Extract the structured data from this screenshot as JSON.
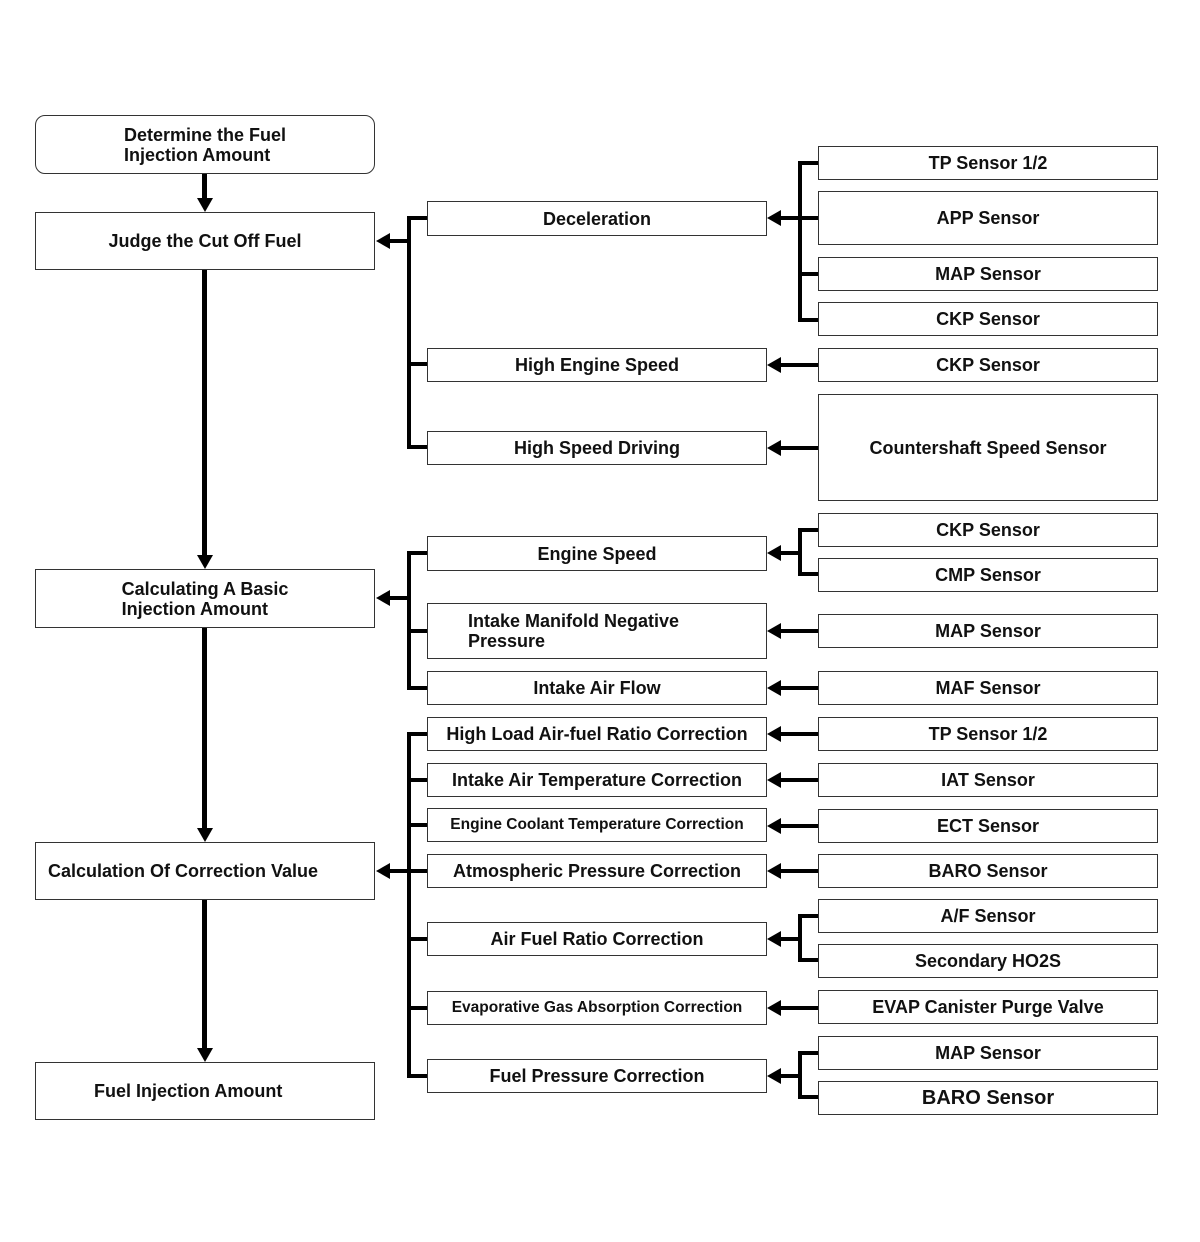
{
  "colors": {
    "line": "#000000",
    "box_border": "#333333",
    "text": "#111111",
    "background": "#ffffff"
  },
  "main_flow": {
    "determine": "Determine the Fuel\nInjection Amount",
    "judge_cut_off": "Judge the Cut Off Fuel",
    "calc_basic": "Calculating A Basic\nInjection Amount",
    "calc_correction": "Calculation Of Correction Value",
    "fuel_injection_amount": "Fuel Injection Amount"
  },
  "conditions": {
    "deceleration": "Deceleration",
    "high_engine_speed": "High Engine Speed",
    "high_speed_driving": "High Speed Driving",
    "engine_speed": "Engine Speed",
    "intake_manifold": "Intake Manifold Negative\nPressure",
    "intake_air_flow": "Intake Air Flow",
    "high_load_af": "High Load Air-fuel Ratio Correction",
    "intake_air_temp": "Intake Air Temperature Correction",
    "coolant_temp": "Engine Coolant Temperature Correction",
    "atmospheric": "Atmospheric Pressure Correction",
    "af_ratio": "Air Fuel Ratio Correction",
    "evap_gas": "Evaporative Gas Absorption Correction",
    "fuel_pressure": "Fuel Pressure Correction"
  },
  "sensors": {
    "tp_sensor_1": "TP Sensor 1/2",
    "app_sensor": "APP Sensor",
    "map_sensor_1": "MAP Sensor",
    "ckp_sensor_1": "CKP Sensor",
    "ckp_sensor_2": "CKP Sensor",
    "countershaft": "Countershaft Speed Sensor",
    "ckp_sensor_3": "CKP Sensor",
    "cmp_sensor": "CMP Sensor",
    "map_sensor_2": "MAP Sensor",
    "maf_sensor": "MAF Sensor",
    "tp_sensor_2": "TP Sensor 1/2",
    "iat_sensor": "IAT Sensor",
    "ect_sensor": "ECT Sensor",
    "baro_sensor_1": "BARO Sensor",
    "af_sensor": "A/F Sensor",
    "secondary_ho2s": "Secondary HO2S",
    "evap_purge": "EVAP Canister Purge Valve",
    "map_sensor_3": "MAP Sensor",
    "baro_sensor_2": "BARO Sensor"
  }
}
